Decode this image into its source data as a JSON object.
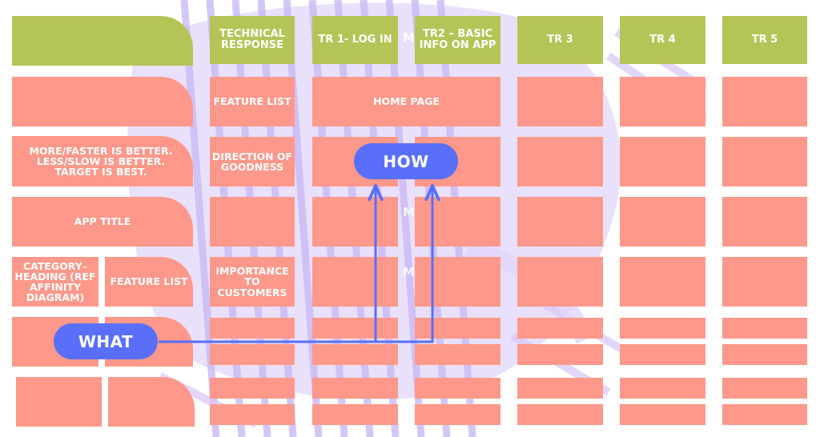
{
  "colors": {
    "header_green": "#b5c457",
    "cell_salmon": "#fe988a",
    "pill_blue": "#5a6ff9",
    "arrow_blue": "#5a6ff9",
    "background_lavender": "#e9e0fb"
  },
  "header": {
    "technical_response": "TECHNICAL RESPONSE",
    "tr1": "TR 1- LOG IN",
    "tr2": "TR2 – BASIC INFO ON APP",
    "tr3": "TR 3",
    "tr4": "TR 4",
    "tr5": "TR 5"
  },
  "left": {
    "direction_legend": "MORE/FASTER IS BETTER. LESS/SLOW IS BETTER. TARGET IS BEST.",
    "app_title": "APP TITLE",
    "category_heading": "CATEGORY– HEADING (REF AFFINITY DIAGRAM)",
    "feature_list": "FEATURE LIST"
  },
  "middle": {
    "feature_list": "FEATURE LIST",
    "direction_of_goodness": "DIRECTION OF GOODNESS",
    "importance_to_customers": "IMPORTANCE TO CUSTOMERS"
  },
  "home_page": "HOME PAGE",
  "how_label": "HOW",
  "what_label": "WHAT",
  "watermark": "M"
}
